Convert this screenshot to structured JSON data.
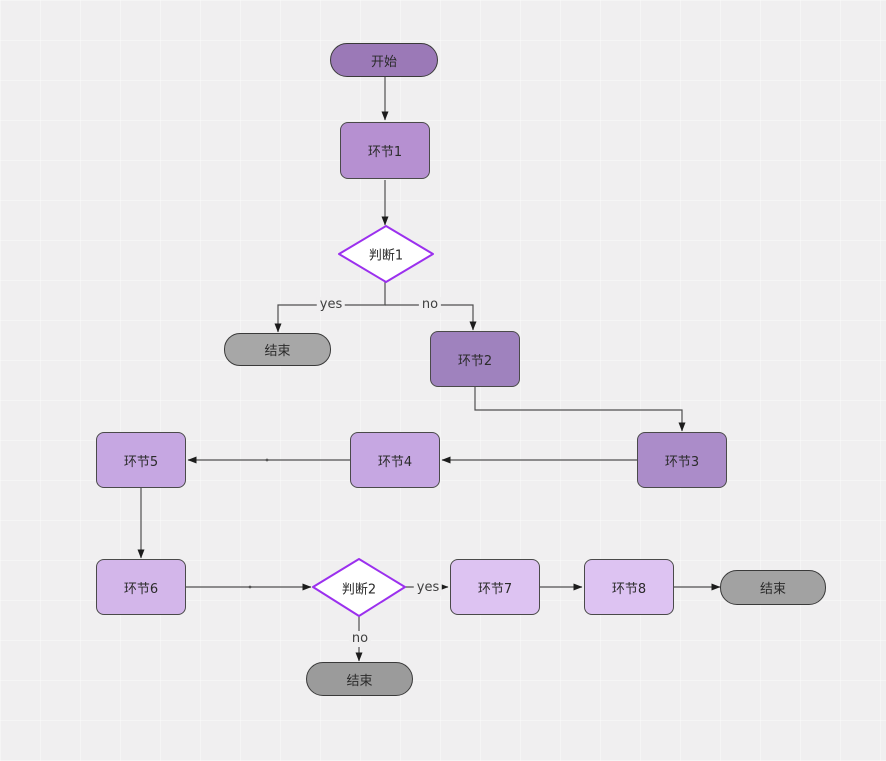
{
  "diagram": {
    "background_color": "#f0eff0",
    "line_color": "#4f4f4f",
    "arrow_color": "#1c1c1c",
    "decision_border_color": "#9b30ee",
    "node_text_color": "#2b2b2b"
  },
  "nodes": {
    "start": {
      "label": "开始",
      "type": "terminator",
      "fill": "#9b79b7"
    },
    "step1": {
      "label": "环节1",
      "type": "process",
      "fill": "#b690d1"
    },
    "decision1": {
      "label": "判断1",
      "type": "decision",
      "fill": "#ffffff"
    },
    "end1": {
      "label": "结束",
      "type": "terminator",
      "fill": "#a7a7a7"
    },
    "step2": {
      "label": "环节2",
      "type": "process",
      "fill": "#9f82be"
    },
    "step3": {
      "label": "环节3",
      "type": "process",
      "fill": "#ab8cc9"
    },
    "step4": {
      "label": "环节4",
      "type": "process",
      "fill": "#c6a7e2"
    },
    "step5": {
      "label": "环节5",
      "type": "process",
      "fill": "#c6a7e2"
    },
    "step6": {
      "label": "环节6",
      "type": "process",
      "fill": "#d3b6ea"
    },
    "decision2": {
      "label": "判断2",
      "type": "decision",
      "fill": "#ffffff"
    },
    "step7": {
      "label": "环节7",
      "type": "process",
      "fill": "#ddc3f2"
    },
    "step8": {
      "label": "环节8",
      "type": "process",
      "fill": "#ddc3f2"
    },
    "end2": {
      "label": "结束",
      "type": "terminator",
      "fill": "#9b9b9b"
    },
    "end3": {
      "label": "结束",
      "type": "terminator",
      "fill": "#a2a2a2"
    }
  },
  "edges": [
    {
      "from": "start",
      "to": "step1"
    },
    {
      "from": "step1",
      "to": "decision1"
    },
    {
      "from": "decision1",
      "to": "end1",
      "label": "yes"
    },
    {
      "from": "decision1",
      "to": "step2",
      "label": "no"
    },
    {
      "from": "step2",
      "to": "step3"
    },
    {
      "from": "step3",
      "to": "step4"
    },
    {
      "from": "step4",
      "to": "step5"
    },
    {
      "from": "step5",
      "to": "step6"
    },
    {
      "from": "step6",
      "to": "decision2"
    },
    {
      "from": "decision2",
      "to": "step7",
      "label": "yes"
    },
    {
      "from": "step7",
      "to": "step8"
    },
    {
      "from": "step8",
      "to": "end3"
    },
    {
      "from": "decision2",
      "to": "end2",
      "label": "no"
    }
  ]
}
